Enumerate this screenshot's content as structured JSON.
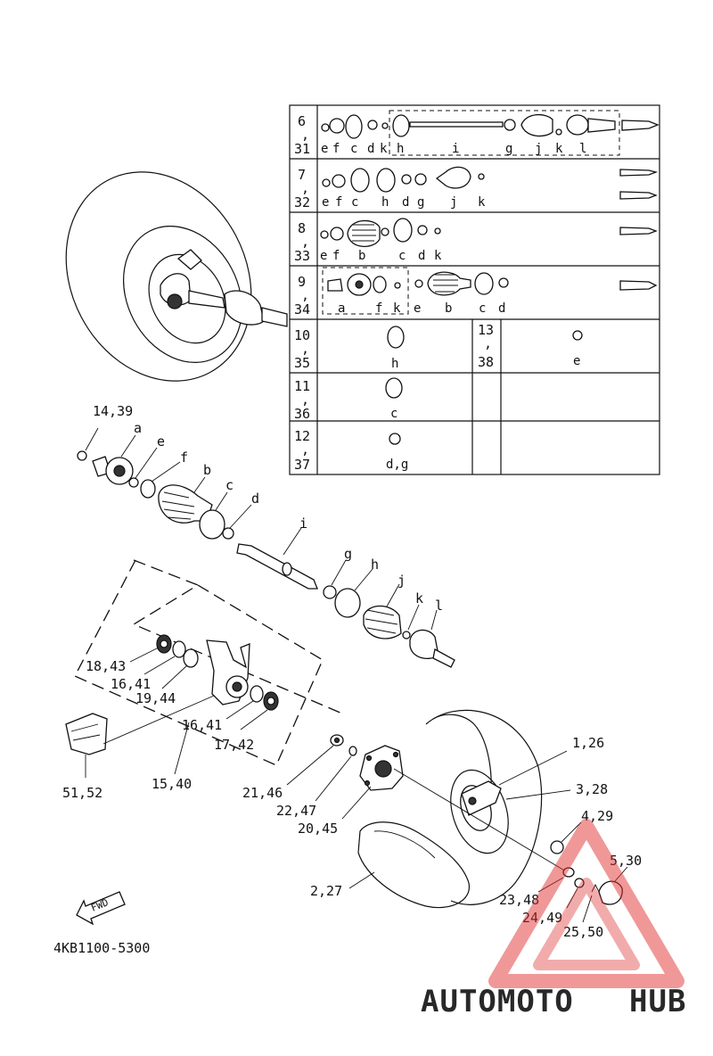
{
  "diagram": {
    "code": "4KB1100-5300",
    "fwd": "FWD",
    "watermark": {
      "part_a": "AUTOMOTO",
      "part_b": "HUB",
      "color_a": "#f4b27a",
      "color_b": "#7a7a7a",
      "triangle_color": "#e03030"
    },
    "callouts": {
      "c14_39": "14,39",
      "a": "a",
      "e": "e",
      "f": "f",
      "b": "b",
      "c": "c",
      "d": "d",
      "i": "i",
      "g": "g",
      "h": "h",
      "j": "j",
      "k": "k",
      "l": "l",
      "c18_43": "18,43",
      "c16_41a": "16,41",
      "c19_44": "19,44",
      "c16_41b": "16,41",
      "c17_42": "17,42",
      "c51_52": "51,52",
      "c15_40": "15,40",
      "c21_46": "21,46",
      "c22_47": "22,47",
      "c20_45": "20,45",
      "c1_26": "1,26",
      "c3_28": "3,28",
      "c4_29": "4,29",
      "c5_30": "5,30",
      "c2_27": "2,27",
      "c23_48": "23,48",
      "c24_49": "24,49",
      "c25_50": "25,50"
    },
    "table": {
      "rows": [
        {
          "n1": "6",
          "sep": ",",
          "n2": "31",
          "letters": [
            "e",
            "f",
            "c",
            "d",
            "k",
            "h",
            "i",
            "g",
            "j",
            "k",
            "l"
          ]
        },
        {
          "n1": "7",
          "sep": ",",
          "n2": "32",
          "letters": [
            "e",
            "f",
            "c",
            "h",
            "d",
            "g",
            "j",
            "k"
          ]
        },
        {
          "n1": "8",
          "sep": ",",
          "n2": "33",
          "letters": [
            "e",
            "f",
            "b",
            "c",
            "d",
            "k"
          ]
        },
        {
          "n1": "9",
          "sep": ",",
          "n2": "34",
          "letters": [
            "a",
            "f",
            "k",
            "e",
            "b",
            "c",
            "d"
          ]
        },
        {
          "n1": "10",
          "sep": ",",
          "n2": "35",
          "letters": [
            "h"
          ],
          "n1b": "13",
          "sepb": ",",
          "n2b": "38",
          "lettersb": [
            "e"
          ]
        },
        {
          "n1": "11",
          "sep": ",",
          "n2": "36",
          "letters": [
            "c"
          ]
        },
        {
          "n1": "12",
          "sep": ",",
          "n2": "37",
          "letters": [
            "d,g"
          ]
        }
      ]
    }
  }
}
